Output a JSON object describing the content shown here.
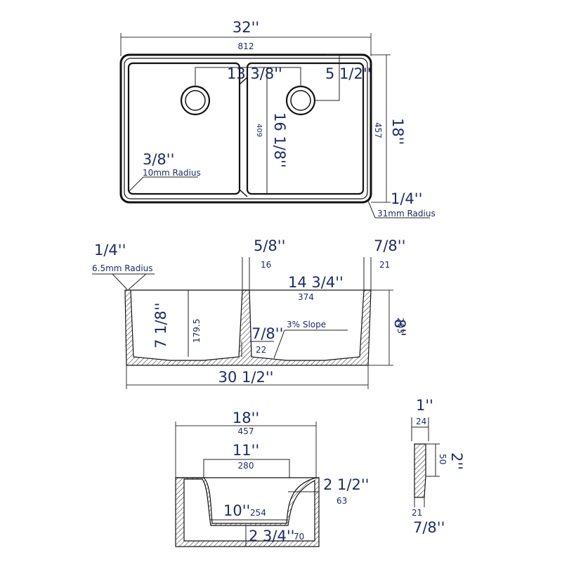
{
  "top_view": {
    "width_in": "32''",
    "width_mm": "812",
    "depth_in": "18''",
    "depth_mm": "457",
    "drain_offset_left": "13 3/8''",
    "drain_offset_right": "5 1/2''",
    "bowl_depth_in": "16 1/8''",
    "bowl_depth_mm": "409",
    "inner_radius_in": "3/8''",
    "inner_radius_mm": "10mm Radius",
    "outer_radius_in": "1/4''",
    "outer_radius_mm": "31mm Radius"
  },
  "front_view": {
    "corner_radius_in": "1/4''",
    "corner_radius_mm": "6.5mm Radius",
    "divider_thickness_in": "5/8''",
    "divider_thickness_mm": "16",
    "wall_thickness_in": "7/8''",
    "wall_thickness_mm": "21",
    "bowl_width_in": "14 3/4''",
    "bowl_width_mm": "374",
    "bowl_height_in": "7 1/8''",
    "bowl_height_mm": "179.5",
    "total_height_in": "8''",
    "total_height_mm": "203",
    "bottom_thickness_in": "7/8''",
    "bottom_thickness_mm": "22",
    "slope": "3% Slope",
    "bottom_width": "30 1/2''"
  },
  "side_view": {
    "width_in": "18''",
    "width_mm": "457",
    "top_opening_in": "11''",
    "top_opening_mm": "280",
    "ledge_in": "2 1/2''",
    "ledge_mm": "63",
    "bottom_width_in": "10''",
    "bottom_width_mm": "254",
    "bottom_height_in": "2 3/4''",
    "bottom_height_mm": "70"
  },
  "profile_view": {
    "top_width_in": "1''",
    "top_width_mm": "24",
    "lip_height_in": "2''",
    "lip_height_mm": "50",
    "wall_thickness_in": "7/8''",
    "wall_thickness_mm": "21"
  }
}
